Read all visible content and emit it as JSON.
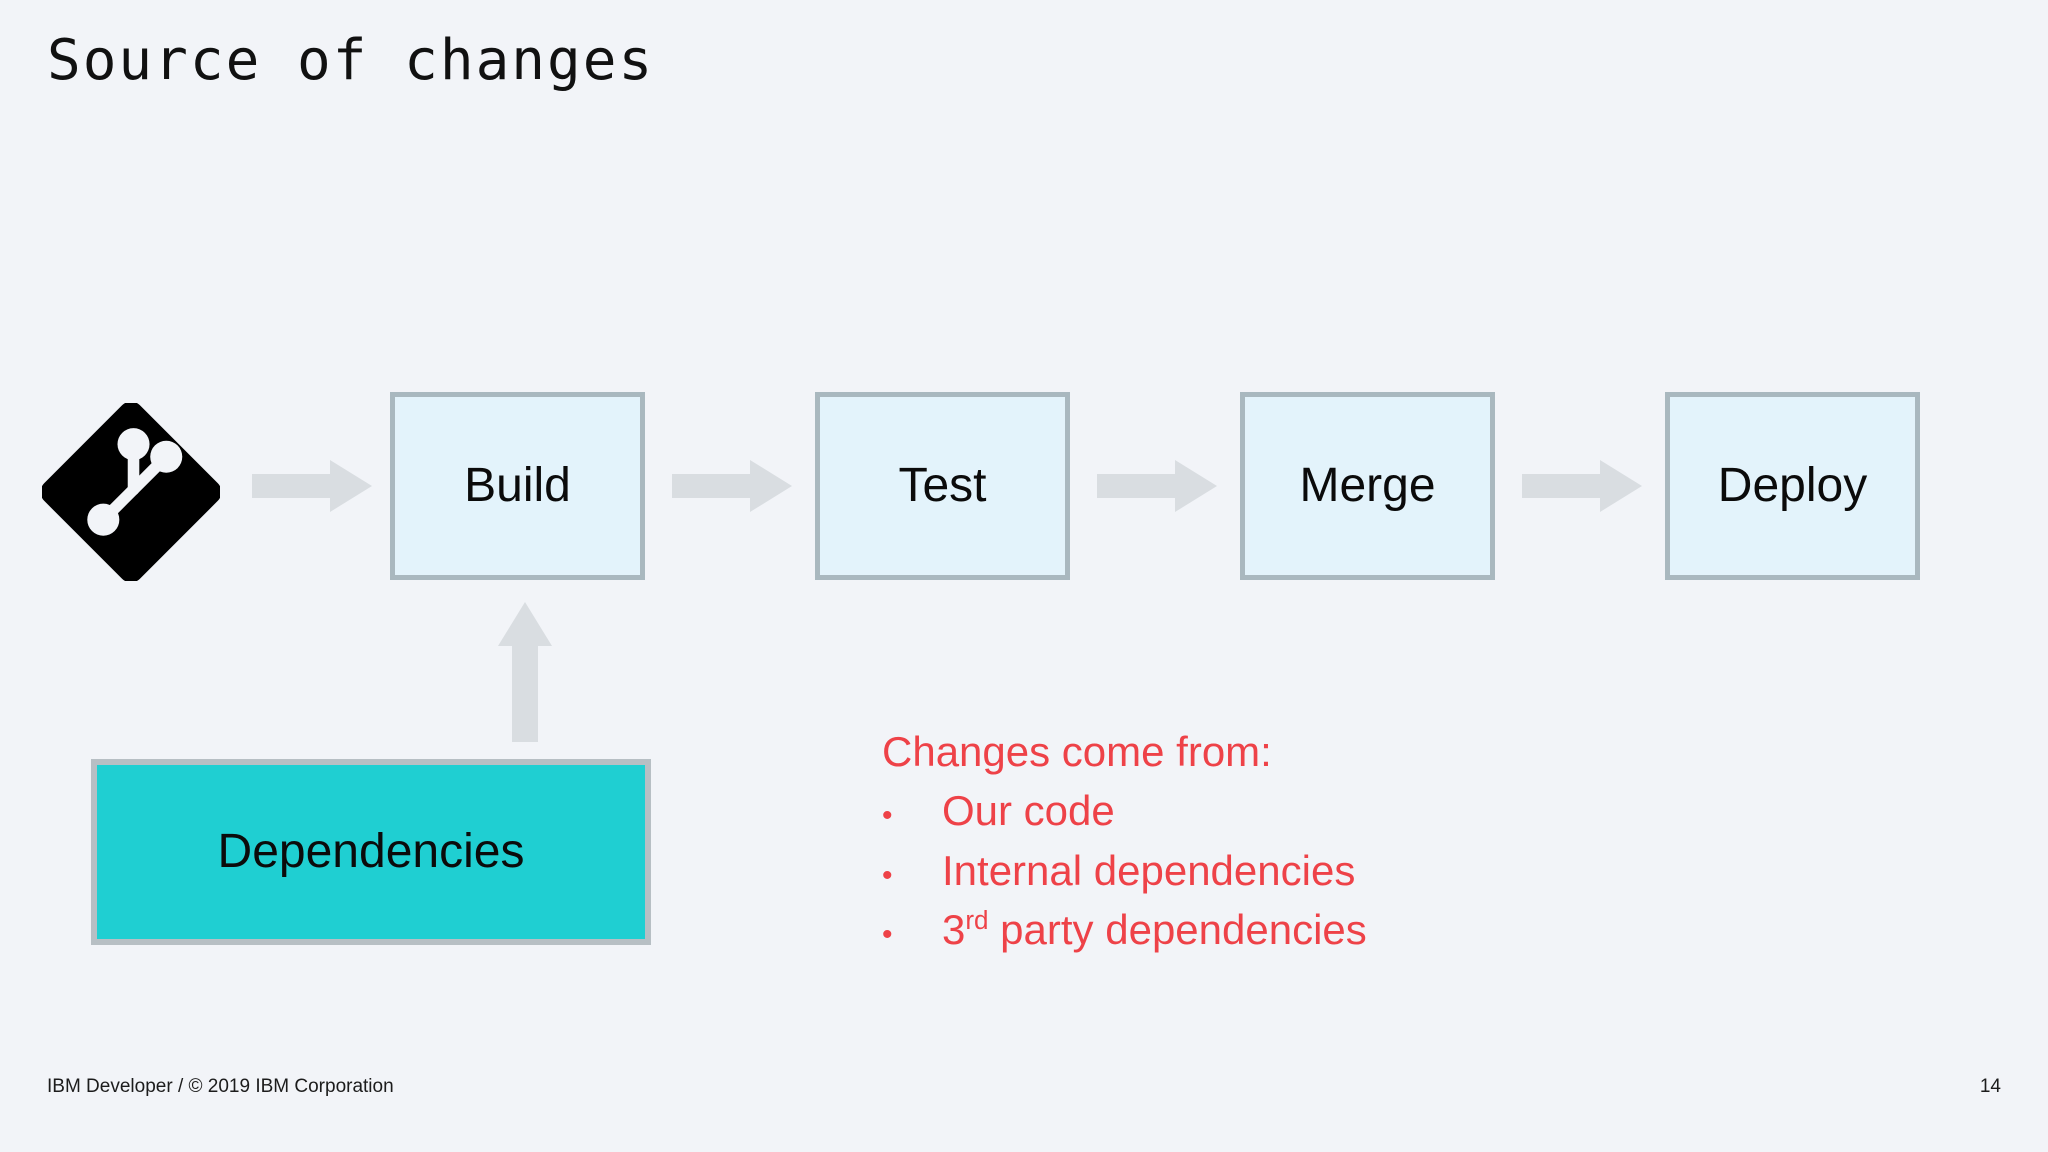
{
  "slide": {
    "title": "Source of changes",
    "background_color": "#f2f4f8",
    "page_number": "14",
    "footer": "IBM Developer / © 2019 IBM Corporation"
  },
  "colors": {
    "accent_red": "#ee4248",
    "dashed_highlight": "#f8757a",
    "stage_fill": "#e3f3fb",
    "stage_border": "#a9b8bf",
    "dependencies_fill": "#1fcfd2",
    "arrow_gray": "#d9dde1",
    "git_logo": "#000000"
  },
  "pipeline": {
    "source_icon": "git-logo-icon",
    "stages": [
      {
        "label": "Build"
      },
      {
        "label": "Test"
      },
      {
        "label": "Merge"
      },
      {
        "label": "Deploy"
      }
    ],
    "arrows": [
      {
        "name": "arrow-source-to-build",
        "direction": "right"
      },
      {
        "name": "arrow-build-to-test",
        "direction": "right"
      },
      {
        "name": "arrow-test-to-merge",
        "direction": "right"
      },
      {
        "name": "arrow-merge-to-deploy",
        "direction": "right"
      },
      {
        "name": "arrow-dependencies-to-build",
        "direction": "up"
      }
    ]
  },
  "dependencies": {
    "label": "Dependencies"
  },
  "callout": {
    "heading": "Changes come from:",
    "items": [
      {
        "bullet": "•",
        "text": "Our code",
        "sup": ""
      },
      {
        "bullet": "•",
        "text": "Internal dependencies",
        "sup": ""
      },
      {
        "bullet": "•",
        "prefix": "3",
        "sup": "rd",
        "text": " party dependencies"
      }
    ]
  }
}
